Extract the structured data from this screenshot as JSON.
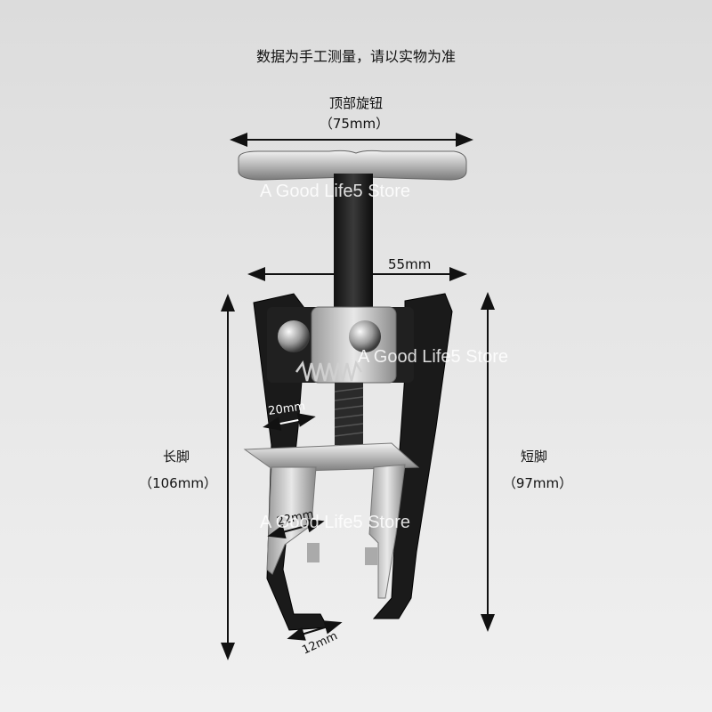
{
  "note": "数据为手工测量，请以实物为准",
  "knob": {
    "label": "顶部旋钮",
    "value": "（75mm）"
  },
  "width_label": "55mm",
  "left_leg": {
    "label": "长脚",
    "value": "（106mm）"
  },
  "right_leg": {
    "label": "短脚",
    "value": "（97mm）"
  },
  "inner_width": "20mm",
  "jaw_width": "22mm",
  "foot_width": "12mm",
  "watermark": "A Good Life5 Store",
  "colors": {
    "metal_dark": "#1a1a1a",
    "metal_light": "#c9c9c9",
    "arrow": "#111111"
  }
}
